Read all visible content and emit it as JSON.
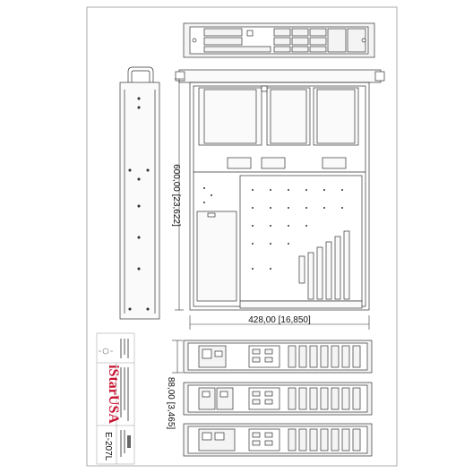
{
  "dimensions": {
    "depth": "600,00 [23,622]",
    "width": "428,00 [16,850]",
    "height": "88,00 [3,465]"
  },
  "title_block": {
    "brand": "iStarUSA",
    "model": "E-207L"
  },
  "colors": {
    "line": "#333333",
    "brand_red": "#c8102e",
    "panel_fill": "#f4f4f4"
  }
}
